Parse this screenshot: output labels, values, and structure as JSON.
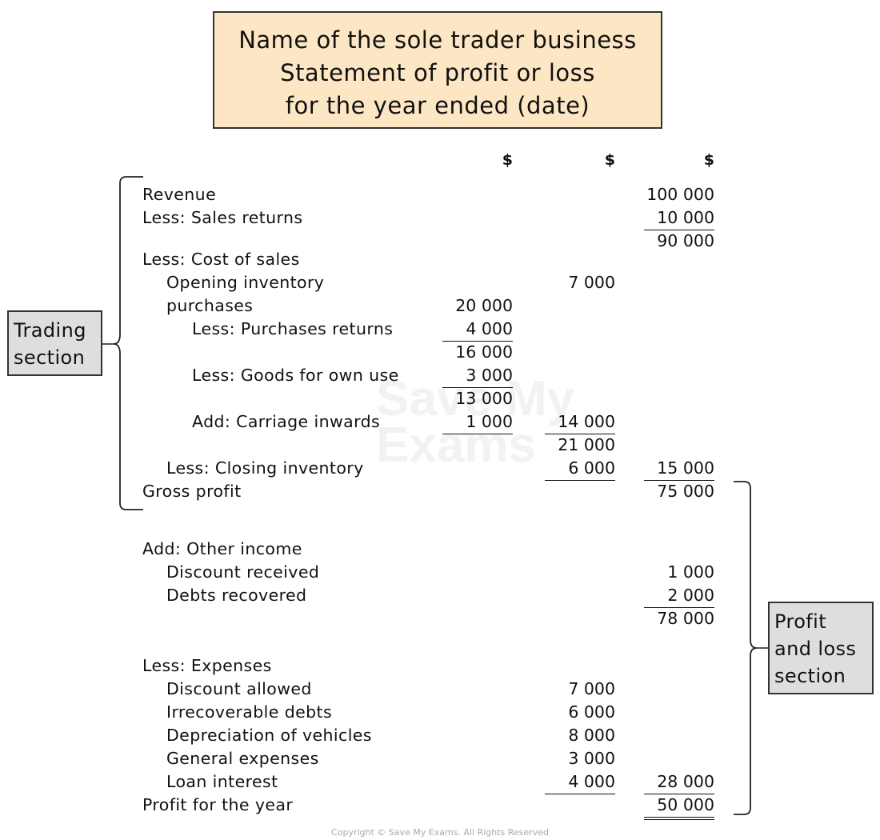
{
  "title": {
    "line1": "Name of the sole trader business",
    "line2": "Statement of profit or loss",
    "line3": "for the year ended (date)"
  },
  "headers": [
    "$",
    "$",
    "$"
  ],
  "rows": [
    {
      "label": "Revenue",
      "indent": 0,
      "c3": "100 000"
    },
    {
      "label": "Less: Sales returns",
      "indent": 0,
      "c3": "10 000",
      "c3_ul": true
    },
    {
      "label": "",
      "indent": 0,
      "c3": "90 000"
    },
    {
      "label": "Less: Cost of sales",
      "indent": 0
    },
    {
      "label": "Opening inventory",
      "indent": 1,
      "c2": "7 000"
    },
    {
      "label": "purchases",
      "indent": 1,
      "c1": "20 000"
    },
    {
      "label": "Less: Purchases returns",
      "indent": 2,
      "c1": "4 000",
      "c1_ul": true
    },
    {
      "label": "",
      "indent": 0,
      "c1": "16 000"
    },
    {
      "label": "Less: Goods for own use",
      "indent": 2,
      "c1": "3 000",
      "c1_ul": true
    },
    {
      "label": "",
      "indent": 0,
      "c1": "13 000"
    },
    {
      "label": "Add: Carriage inwards",
      "indent": 2,
      "c1": "1 000",
      "c1_ul": true,
      "c2": "14 000",
      "c2_ul": true
    },
    {
      "label": "",
      "indent": 0,
      "c2": "21 000"
    },
    {
      "label": "Less: Closing inventory",
      "indent": 1,
      "c2": "6 000",
      "c2_ul": true,
      "c3": "15 000",
      "c3_ul": true
    },
    {
      "label": "Gross profit",
      "indent": 0,
      "c3": "75 000"
    },
    {
      "label": "Add: Other income",
      "indent": 0
    },
    {
      "label": "Discount received",
      "indent": 1,
      "c3": "1 000"
    },
    {
      "label": "Debts recovered",
      "indent": 1,
      "c3": "2 000",
      "c3_ul": true
    },
    {
      "label": "",
      "indent": 0,
      "c3": "78 000"
    },
    {
      "label": "Less: Expenses",
      "indent": 0
    },
    {
      "label": "Discount allowed",
      "indent": 1,
      "c2": "7 000"
    },
    {
      "label": "Irrecoverable debts",
      "indent": 1,
      "c2": "6 000"
    },
    {
      "label": "Depreciation of vehicles",
      "indent": 1,
      "c2": "8 000"
    },
    {
      "label": "General expenses",
      "indent": 1,
      "c2": "3 000"
    },
    {
      "label": "Loan interest",
      "indent": 1,
      "c2": "4 000",
      "c2_ul": true,
      "c3": "28 000",
      "c3_ul": true
    },
    {
      "label": "Profit for the year",
      "indent": 0,
      "c3": "50 000",
      "c3_dul": true
    }
  ],
  "callouts": {
    "trading": [
      "Trading",
      "section"
    ],
    "profit_loss": [
      "Profit",
      "and loss",
      "section"
    ]
  },
  "watermark": [
    "Save My",
    "Exams"
  ],
  "copyright": "Copyright © Save My Exams. All Rights Reserved"
}
